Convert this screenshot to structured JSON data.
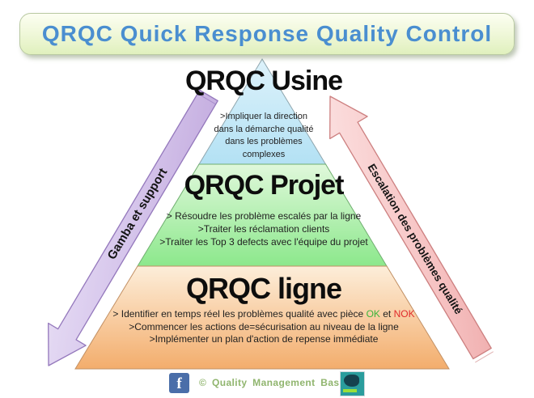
{
  "banner": {
    "title": "QRQC Quick Response Quality Control"
  },
  "pyramid": {
    "usine": {
      "title": "QRQC Usine",
      "bullets": ">Impliquer la direction\ndans la démarche qualité\ndans les problèmes\ncomplexes"
    },
    "projet": {
      "title": "QRQC Projet",
      "bullets": "> Résoudre les problème escalés par la ligne\n>Traiter les réclamation clients\n>Traiter les Top 3 defects avec l'équipe du projet"
    },
    "ligne": {
      "title": "QRQC ligne",
      "bullet1_prefix": "> Identifier en temps réel les problèmes qualité avec pièce ",
      "bullet1_ok": "OK",
      "bullet1_sep": " et ",
      "bullet1_nok": "NOK",
      "bullet2": ">Commencer les actions de=sécurisation au niveau de la ligne",
      "bullet3": ">Implémenter un plan d'action de repense immédiate"
    }
  },
  "arrows": {
    "left_label": "Gamba et support",
    "right_label": "Escalation des problèmes qualité"
  },
  "footer": {
    "facebook_icon": "facebook-icon",
    "facebook_letter": "f",
    "copyright": "© Quality Management Basics",
    "logo": "qmb-logo"
  },
  "colors": {
    "banner_text": "#4a8ed0",
    "banner_bg_top": "#fcfef2",
    "banner_bg_bottom": "#e0f0bd",
    "band_usine_top": "#d9f0fa",
    "band_usine_bottom": "#b3e1f4",
    "band_projet_top": "#def7da",
    "band_projet_bottom": "#8ce88c",
    "band_ligne_top": "#fdeeda",
    "band_ligne_bottom": "#f3ad6c",
    "arrow_left_fill": "#cdb7e6",
    "arrow_left_stroke": "#9478bc",
    "arrow_right_fill": "#f3b8b8",
    "arrow_right_stroke": "#cc7f7f",
    "ok_green": "#3cb53c",
    "nok_red": "#e02b2b",
    "footer_text": "#90b56e",
    "facebook_blue": "#4a6ea9"
  }
}
